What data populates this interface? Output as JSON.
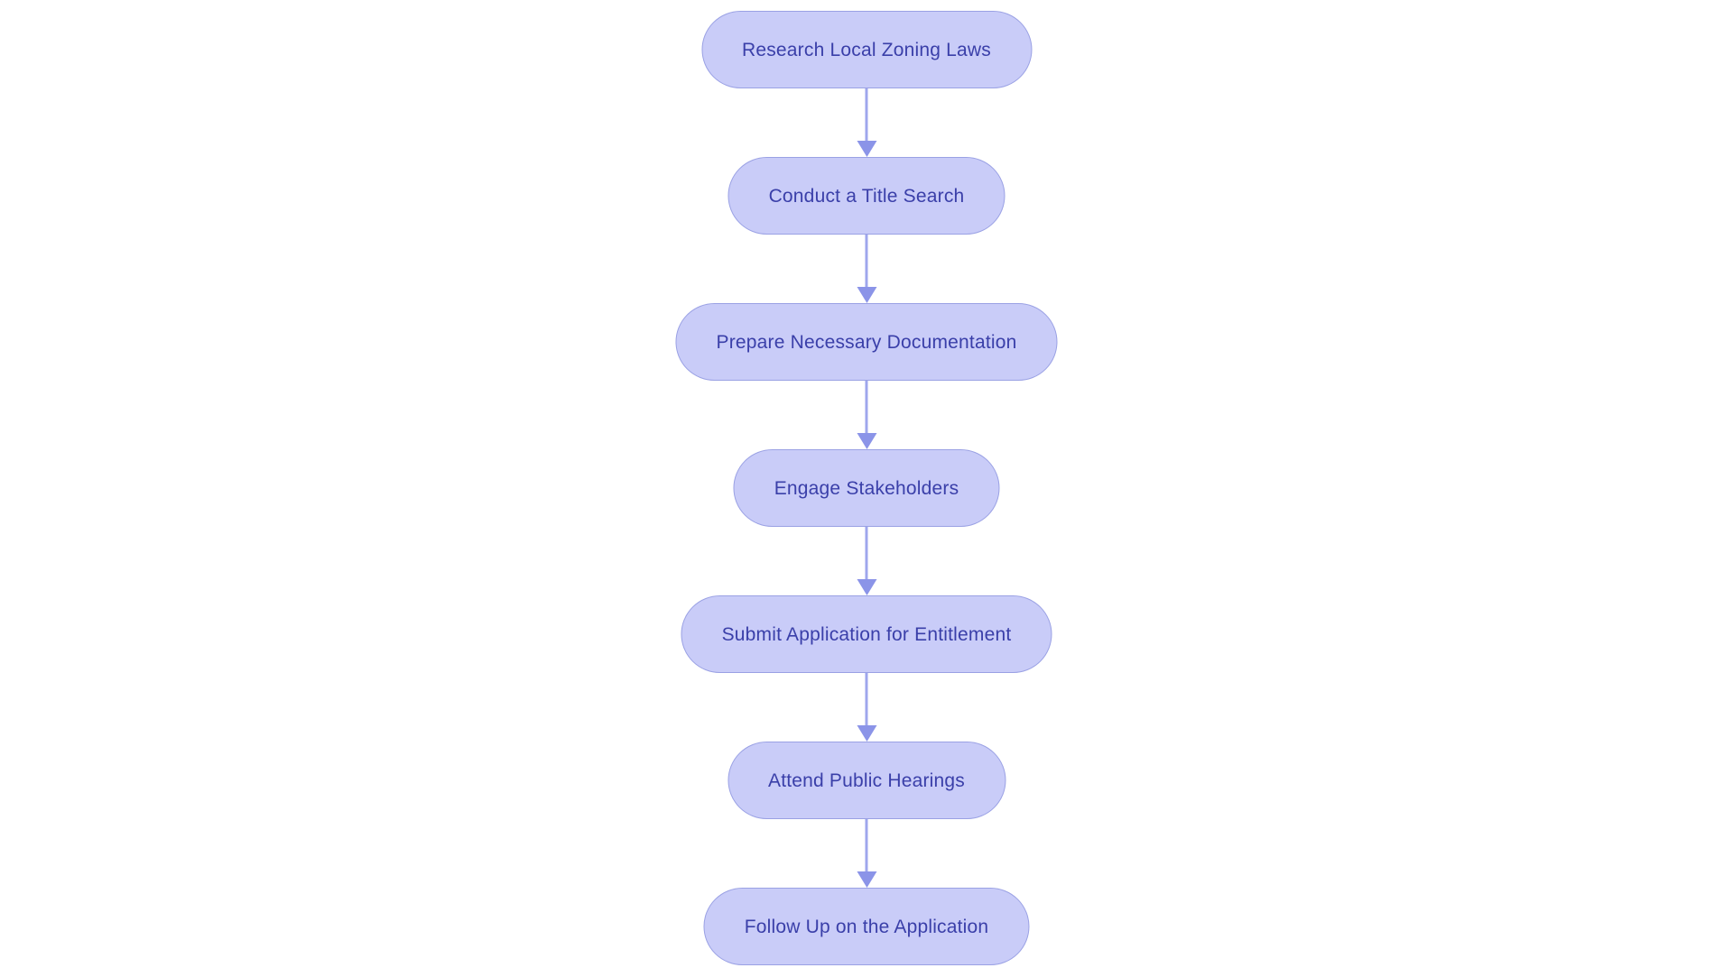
{
  "diagram": {
    "type": "flowchart",
    "direction": "top-down",
    "background": "#ffffff",
    "colors": {
      "node_fill": "#c9ccf8",
      "node_border": "#9aa1e4",
      "node_text": "#3a3fa9",
      "arrow_shaft": "#9ea6ec",
      "arrow_head": "#8b94e8"
    },
    "nodes": [
      {
        "id": "research-local-zoning-laws",
        "label": "Research Local Zoning Laws"
      },
      {
        "id": "conduct-a-title-search",
        "label": "Conduct a Title Search"
      },
      {
        "id": "prepare-necessary-documentation",
        "label": "Prepare Necessary Documentation"
      },
      {
        "id": "engage-stakeholders",
        "label": "Engage Stakeholders"
      },
      {
        "id": "submit-application-for-entitlement",
        "label": "Submit Application for Entitlement"
      },
      {
        "id": "attend-public-hearings",
        "label": "Attend Public Hearings"
      },
      {
        "id": "follow-up-on-the-application",
        "label": "Follow Up on the Application"
      }
    ],
    "edges": [
      {
        "from": "research-local-zoning-laws",
        "to": "conduct-a-title-search"
      },
      {
        "from": "conduct-a-title-search",
        "to": "prepare-necessary-documentation"
      },
      {
        "from": "prepare-necessary-documentation",
        "to": "engage-stakeholders"
      },
      {
        "from": "engage-stakeholders",
        "to": "submit-application-for-entitlement"
      },
      {
        "from": "submit-application-for-entitlement",
        "to": "attend-public-hearings"
      },
      {
        "from": "attend-public-hearings",
        "to": "follow-up-on-the-application"
      }
    ]
  }
}
